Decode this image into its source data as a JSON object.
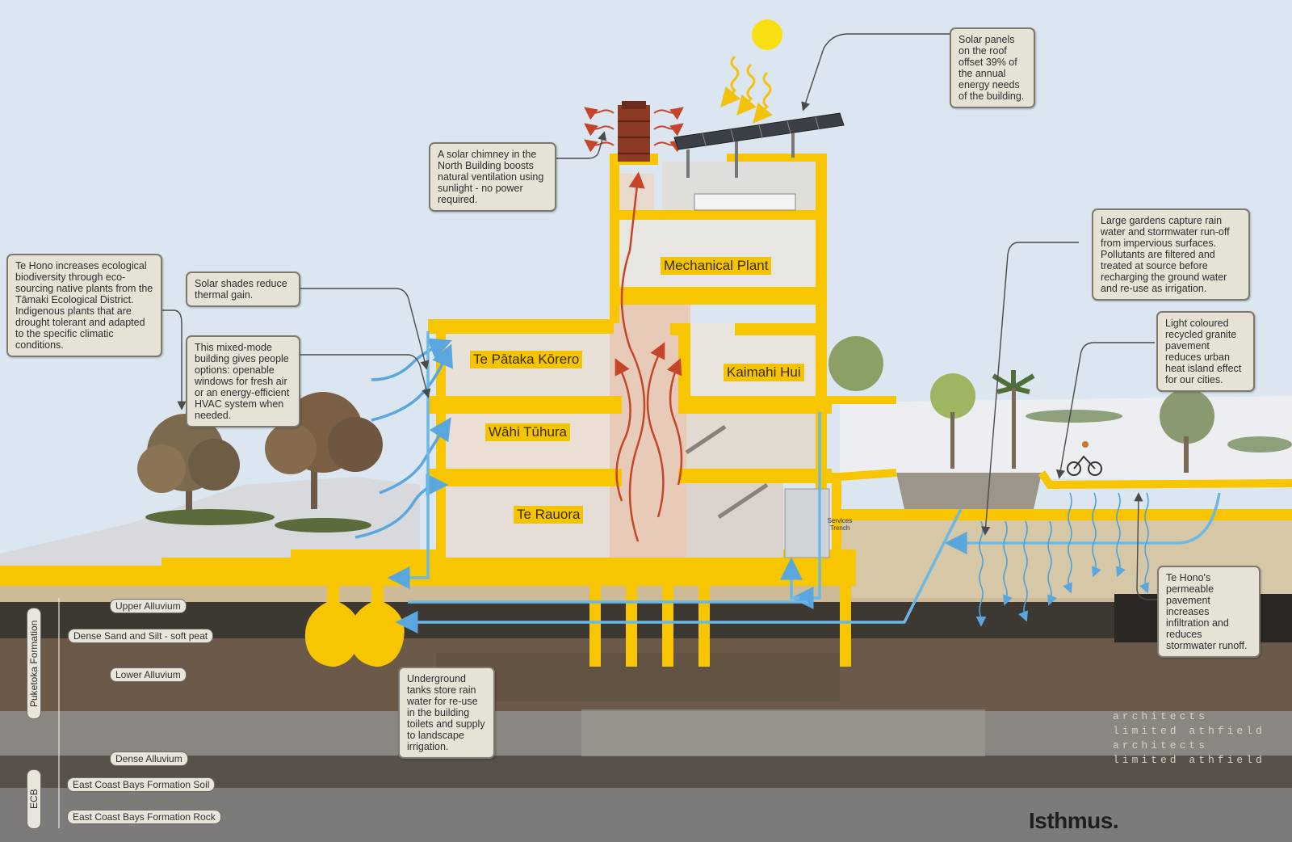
{
  "callouts": {
    "solar_panels": "Solar panels on the roof offset 39% of the annual energy needs of the building.",
    "solar_chimney": "A solar chimney in the North Building boosts natural ventilation using sunlight - no power required.",
    "biodiversity": "Te Hono increases ecological biodiversity through eco-sourcing native plants from the Tāmaki Ecological District. Indigenous plants that are drought tolerant and adapted to the specific climatic conditions.",
    "solar_shades": "Solar shades reduce thermal gain.",
    "mixed_mode": "This mixed-mode building gives people options: openable windows for fresh air or an energy-efficient HVAC system when needed.",
    "gardens": "Large gardens capture rain water and stormwater run-off from impervious surfaces. Pollutants are filtered and treated at source before recharging the ground water and re-use as irrigation.",
    "pavement_colour": "Light coloured recycled granite pavement reduces urban heat island effect for our cities.",
    "permeable": "Te Hono's permeable pavement increases infiltration and reduces stormwater runoff.",
    "tanks": "Underground tanks store rain water for re-use in the building toilets and supply to landscape irrigation."
  },
  "rooms": {
    "mechanical": "Mechanical Plant",
    "pataka": "Te Pātaka Kōrero",
    "kaimahi": "Kaimahi Hui",
    "wahi": "Wāhi Tūhura",
    "rauora": "Te Rauora"
  },
  "services_trench": "Services Trench",
  "strata": {
    "upper_alluvium": "Upper Alluvium",
    "dense_sand": "Dense Sand and Silt - soft peat",
    "lower_alluvium": "Lower Alluvium",
    "dense_alluvium": "Dense Alluvium",
    "ecb_soil": "East Coast Bays Formation Soil",
    "ecb_rock": "East Coast Bays Formation Rock"
  },
  "formations": {
    "puketoka": "Puketoka Formation",
    "ecb": "ECB"
  },
  "logo": "Isthmus.",
  "watermark": "architects limited athfield architects limited athfield",
  "colors": {
    "structure": "#f7c600",
    "sky": "#dbe6f1",
    "air_flow": "#5aa7df",
    "heat_flow": "#c6452a"
  }
}
